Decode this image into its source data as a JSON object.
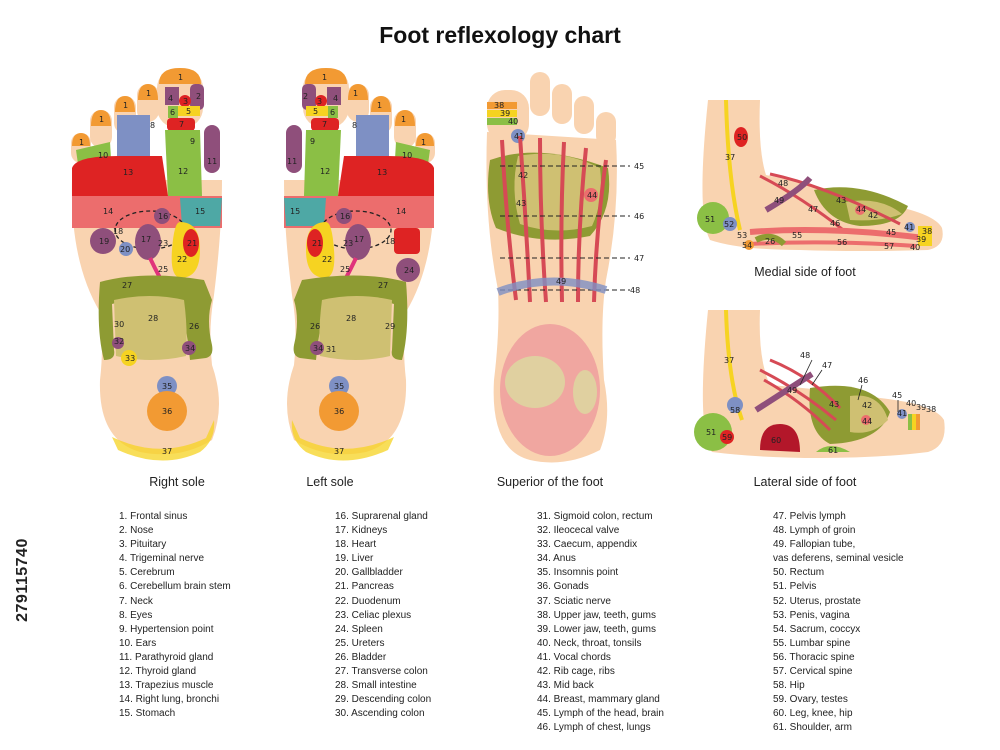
{
  "title": "Foot reflexology chart",
  "stock_id": "279115740",
  "colors": {
    "skin": "#f9d3b0",
    "orange": "#f29a33",
    "yellow": "#f6d321",
    "olive": "#8e9b33",
    "khaki": "#cfc072",
    "red": "#de2323",
    "salmon": "#ec6d6d",
    "purple": "#8f4f7b",
    "steel": "#7e90c4",
    "teal": "#4ea8a5",
    "green": "#8bbf45",
    "magenta": "#e0337b",
    "nerve": "#d64a55"
  },
  "captions": {
    "right_sole": "Right sole",
    "left_sole": "Left sole",
    "superior": "Superior of the foot",
    "medial": "Medial side of foot",
    "lateral": "Lateral side of foot"
  },
  "legend": [
    [
      "1. Frontal sinus",
      "2. Nose",
      "3. Pituitary",
      "4. Trigeminal nerve",
      "5. Cerebrum",
      "6. Cerebellum brain stem",
      "7. Neck",
      "8. Eyes",
      "9. Hypertension point",
      "10. Ears",
      "11. Parathyroid gland",
      "12. Thyroid gland",
      "13. Trapezius muscle",
      "14. Right lung, bronchi",
      "15. Stomach"
    ],
    [
      "16. Suprarenal gland",
      "17. Kidneys",
      "18. Heart",
      "19. Liver",
      "20. Gallbladder",
      "21. Pancreas",
      "22. Duodenum",
      "23. Celiac plexus",
      "24. Spleen",
      "25. Ureters",
      "26. Bladder",
      "27. Transverse colon",
      "28. Small intestine",
      "29. Descending colon",
      "30. Ascending colon"
    ],
    [
      "31. Sigmoid colon, rectum",
      "32. Ileocecal valve",
      "33. Caecum, appendix",
      "34. Anus",
      "35. Insomnis point",
      "36. Gonads",
      "37. Sciatic nerve",
      "38. Upper jaw, teeth, gums",
      "39. Lower jaw, teeth, gums",
      "40. Neck, throat, tonsils",
      "41. Vocal chords",
      "42. Rib cage, ribs",
      "43. Mid back",
      "44. Breast, mammary gland",
      "45. Lymph of the head, brain",
      "46. Lymph of chest, lungs"
    ],
    [
      "47. Pelvis lymph",
      "48. Lymph of groin",
      "49. Fallopian tube,",
      "vas deferens, seminal vesicle",
      "50. Rectum",
      "51. Pelvis",
      "52. Uterus, prostate",
      "53. Penis, vagina",
      "54. Sacrum, coccyx",
      "55. Lumbar spine",
      "56. Thoracic spine",
      "57. Cervical spine",
      "58. Hip",
      "59. Ovary, testes",
      "60. Leg, knee, hip",
      "61. Shoulder, arm"
    ]
  ],
  "labels": {
    "rs": [
      "1",
      "4",
      "2",
      "3",
      "5",
      "6",
      "1",
      "1",
      "1",
      "1",
      "8",
      "7",
      "9",
      "10",
      "11",
      "12",
      "13",
      "14",
      "15",
      "16",
      "17",
      "19",
      "20",
      "21",
      "22",
      "23",
      "18",
      "25",
      "27",
      "28",
      "30",
      "26",
      "32",
      "33",
      "34",
      "35",
      "36",
      "37"
    ],
    "ls": [
      "1",
      "4",
      "2",
      "3",
      "5",
      "6",
      "1",
      "1",
      "1",
      "1",
      "8",
      "7",
      "9",
      "10",
      "11",
      "12",
      "13",
      "14",
      "15",
      "16",
      "17",
      "21",
      "22",
      "23",
      "18",
      "25",
      "24",
      "27",
      "28",
      "29",
      "26",
      "31",
      "34",
      "35",
      "36",
      "37"
    ],
    "sup": [
      "38",
      "39",
      "40",
      "41",
      "42",
      "43",
      "44",
      "45",
      "46",
      "47",
      "48",
      "49"
    ],
    "med": [
      "50",
      "37",
      "48",
      "49",
      "47",
      "46",
      "44",
      "42",
      "43",
      "41",
      "38",
      "39",
      "40",
      "51",
      "52",
      "53",
      "54",
      "26",
      "55",
      "56",
      "57",
      "45"
    ],
    "lat": [
      "48",
      "47",
      "37",
      "46",
      "45",
      "40",
      "39",
      "38",
      "49",
      "58",
      "43",
      "42",
      "44",
      "41",
      "51",
      "59",
      "60",
      "61"
    ]
  }
}
